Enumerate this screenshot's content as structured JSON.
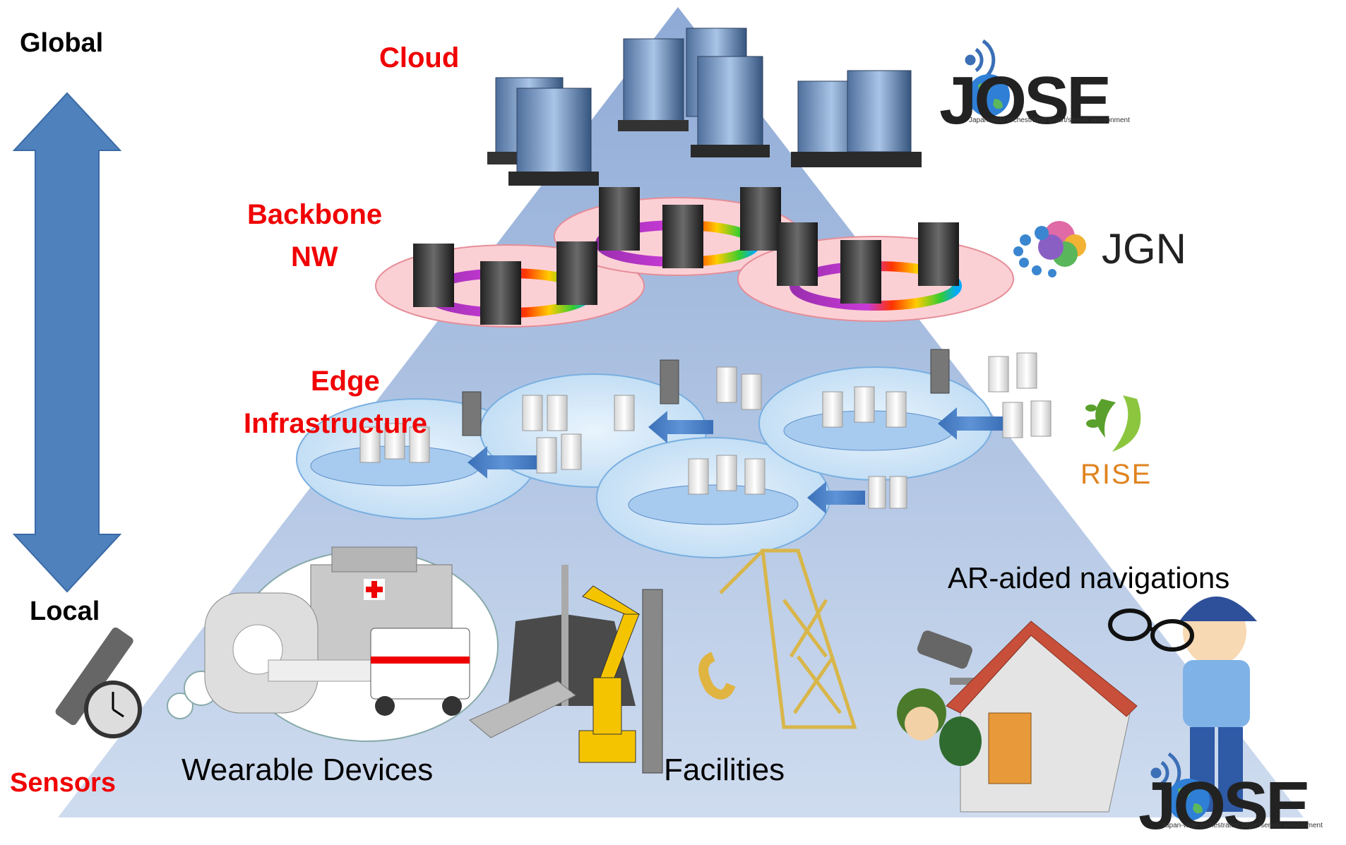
{
  "scale": {
    "top": "Global",
    "bottom": "Local"
  },
  "layers": {
    "cloud": "Cloud",
    "backbone_line1": "Backbone",
    "backbone_line2": "NW",
    "edge_line1": "Edge",
    "edge_line2": "Infrastructure",
    "sensors": "Sensors"
  },
  "logos": {
    "jose_word": "JOSE",
    "jose_tagline": "Japan-wide orchestrated smart/sensor environment",
    "jgn": "JGN",
    "rise": "RISE"
  },
  "captions": {
    "wearable": "Wearable Devices",
    "facilities": "Facilities",
    "ar": "AR-aided navigations"
  },
  "colors": {
    "layer_label": "#f00000",
    "arrow": "#4f81bd",
    "pyramid_top": "#9ab3d9",
    "pyramid_bottom": "#c9d8ee"
  }
}
